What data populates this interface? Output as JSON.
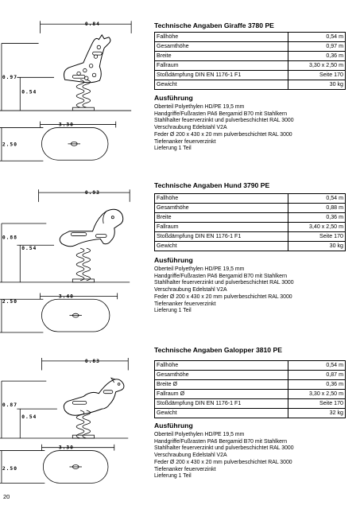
{
  "products": [
    {
      "title": "Technische Angaben Giraffe 3780 PE",
      "specs": [
        {
          "label": "Fallhöhe",
          "value": "0,54 m"
        },
        {
          "label": "Gesamthöhe",
          "value": "0,97 m"
        },
        {
          "label": "Breite",
          "value": "0,36 m"
        },
        {
          "label": "Fallraum",
          "value": "3,30 x 2,50 m"
        },
        {
          "label": "Stoßdämpfung DIN EN 1176-1 F1",
          "value": "Seite 170"
        },
        {
          "label": "Gewicht",
          "value": "30 kg"
        }
      ],
      "ausfuehrung_label": "Ausführung",
      "lines": [
        "Oberteil Polyethylen HD/PE 19,5 mm",
        "Handgriffe/Fußrasten PA6 Bergamid B70 mit Stahlkern",
        "Stahlhalter feuerverzinkt und pulverbeschichtet RAL 3000",
        "Verschraubung Edelstahl V2A",
        "Feder Ø 200 x 430 x 20 mm pulverbeschichtet RAL 3000",
        "Tiefenanker feuerverzinkt",
        "Lieferung 1 Teil"
      ],
      "dims": {
        "width": "0.84",
        "height": "0.97",
        "seat": "0.54",
        "area_len": "3.30",
        "area_wid": "2.50"
      }
    },
    {
      "title": "Technische Angaben Hund 3790 PE",
      "specs": [
        {
          "label": "Fallhöhe",
          "value": "0,54 m"
        },
        {
          "label": "Gesamthöhe",
          "value": "0,88 m"
        },
        {
          "label": "Breite",
          "value": "0,36 m"
        },
        {
          "label": "Fallraum",
          "value": "3,40 x 2,50 m"
        },
        {
          "label": "Stoßdämpfung DIN EN 1176-1 F1",
          "value": "Seite 170"
        },
        {
          "label": "Gewicht",
          "value": "30 kg"
        }
      ],
      "ausfuehrung_label": "Ausführung",
      "lines": [
        "Oberteil Polyethylen HD/PE 19,5 mm",
        "Handgriffe/Fußrasten PA6 Bergamid B70 mit Stahlkern",
        "Stahlhalter feuerverzinkt und pulverbeschichtet RAL 3000",
        "Verschraubung Edelstahl V2A",
        "Feder Ø 200 x 430 x 20 mm pulverbeschichtet RAL 3000",
        "Tiefenanker feuerverzinkt",
        "Lieferung 1 Teil"
      ],
      "dims": {
        "width": "0.93",
        "height": "0.88",
        "seat": "0.54",
        "area_len": "3.40",
        "area_wid": "2.50"
      }
    },
    {
      "title": "Technische Angaben Galopper 3810 PE",
      "specs": [
        {
          "label": "Fallhöhe",
          "value": "0,54 m"
        },
        {
          "label": "Gesamthöhe",
          "value": "0,87 m"
        },
        {
          "label": "Breite Ø",
          "value": "0,36 m"
        },
        {
          "label": "Fallraum Ø",
          "value": "3,30 x 2,50 m"
        },
        {
          "label": "Stoßdämpfung DIN EN 1176-1 F1",
          "value": "Seite 170"
        },
        {
          "label": "Gewicht",
          "value": "32 kg"
        }
      ],
      "ausfuehrung_label": "Ausführung",
      "lines": [
        "Oberteil Polyethylen HD/PE 19,5 mm",
        "Handgriffe/Fußrasten PA6 Bergamid B70 mit Stahlkern",
        "Stahlhalter feuerverzinkt und pulverbeschichtet RAL 3000",
        "Verschraubung Edelstahl V2A",
        "Feder Ø 200 x 430 x 20 mm pulverbeschichtet RAL 3000",
        "Tiefenanker feuerverzinkt",
        "Lieferung 1 Teil"
      ],
      "dims": {
        "width": "0.83",
        "height": "0.87",
        "seat": "0.54",
        "area_len": "3.30",
        "area_wid": "2.50"
      }
    }
  ],
  "page_number": "20"
}
